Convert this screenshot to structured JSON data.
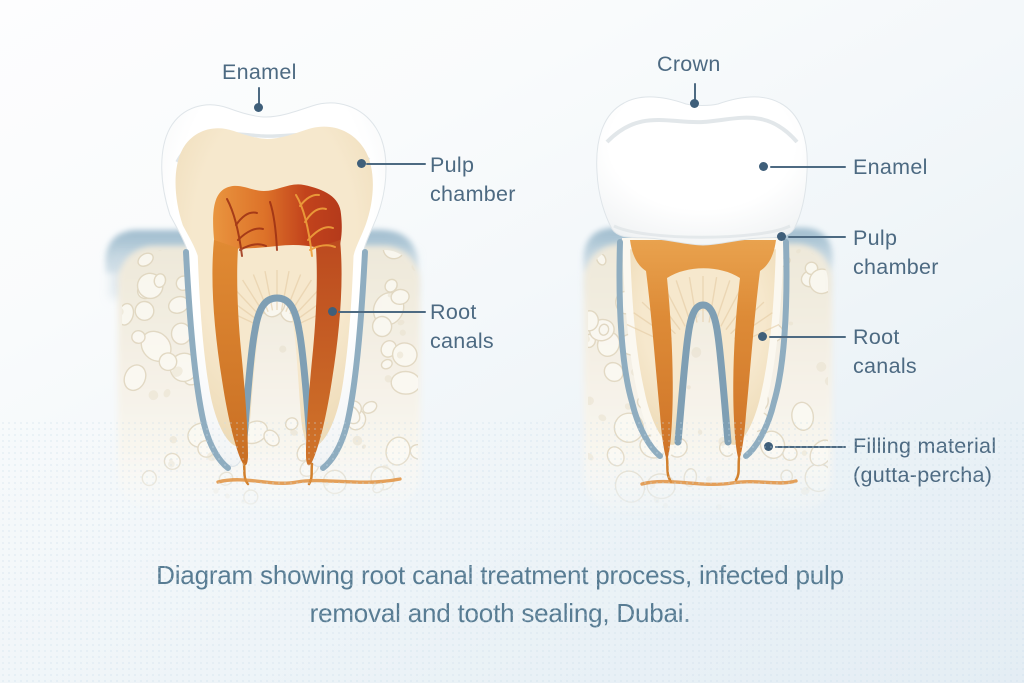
{
  "title": "Root canal treatment diagram",
  "colors": {
    "label_text": "#4d6a82",
    "leader_line": "#4d6a82",
    "caption_text": "#587c93",
    "enamel_white": "#ffffff",
    "dentin_beige": "#f4e4c7",
    "infected_pulp_red": "#c2431c",
    "pulp_orange": "#e8913c",
    "gutta_percha_orange": "#dd8b37",
    "periodontal_ligament_blue": "#7f9fb4",
    "gum_blue": "#b3c9d6",
    "bone_cream": "#f0ebe0"
  },
  "labels": {
    "left": [
      {
        "id": "enamel",
        "text": "Enamel"
      },
      {
        "id": "pulp-chamber",
        "line1": "Pulp",
        "line2": "chamber"
      },
      {
        "id": "root-canals",
        "line1": "Root",
        "line2": "canals"
      }
    ],
    "right": [
      {
        "id": "crown",
        "text": "Crown"
      },
      {
        "id": "enamel",
        "text": "Enamel"
      },
      {
        "id": "pulp-chamber",
        "line1": "Pulp",
        "line2": "chamber"
      },
      {
        "id": "root-canals",
        "line1": "Root",
        "line2": "canals"
      },
      {
        "id": "filling-material",
        "line1": "Filling material",
        "line2": "(gutta-percha)"
      }
    ]
  },
  "caption": {
    "line1": "Diagram showing root canal treatment process, infected pulp",
    "line2": "removal and tooth sealing, Dubai."
  }
}
